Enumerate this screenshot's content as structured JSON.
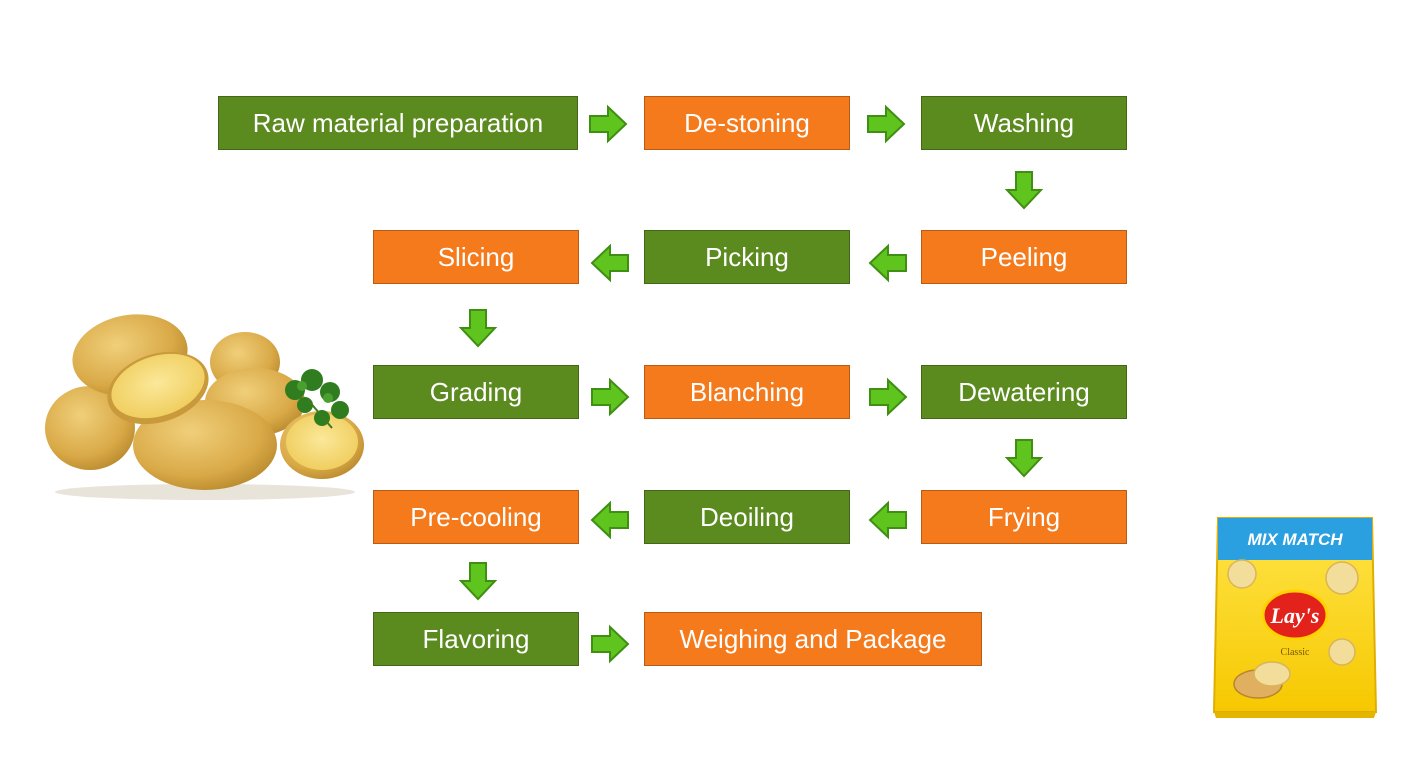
{
  "steps": {
    "raw": "Raw material preparation",
    "destoning": "De-stoning",
    "washing": "Washing",
    "peeling": "Peeling",
    "picking": "Picking",
    "slicing": "Slicing",
    "grading": "Grading",
    "blanching": "Blanching",
    "dewatering": "Dewatering",
    "frying": "Frying",
    "deoiling": "Deoiling",
    "precooling": "Pre-cooling",
    "flavoring": "Flavoring",
    "weighing": "Weighing and Package"
  },
  "bag": {
    "banner": "MIX MATCH",
    "brand": "Lay's",
    "flavor": "Classic"
  },
  "colors": {
    "green_step": "#5b8a1f",
    "orange_step": "#f47a1c",
    "arrow": "#5fc41e"
  }
}
